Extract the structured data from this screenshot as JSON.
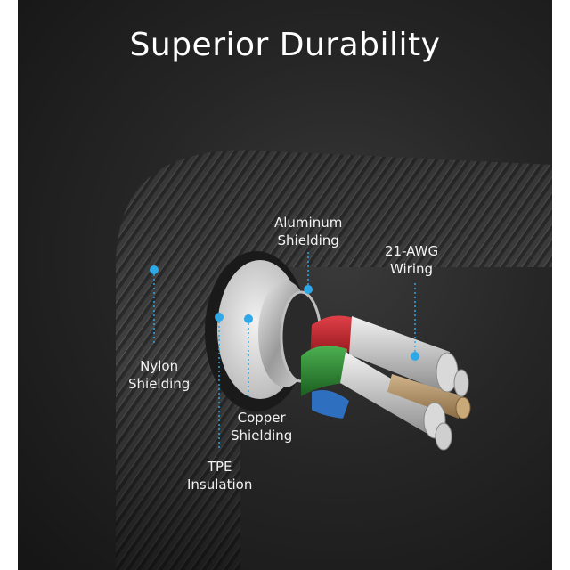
{
  "title": "Superior Durability",
  "labels": {
    "aluminum": [
      "Aluminum",
      "Shielding"
    ],
    "awg": [
      "21-AWG",
      "Wiring"
    ],
    "nylon": [
      "Nylon",
      "Shielding"
    ],
    "copper": [
      "Copper",
      "Shielding"
    ],
    "tpe": [
      "TPE",
      "Insulation"
    ]
  },
  "colors": {
    "accent_dot": "#2ea8e6",
    "wire_red": "#c0262b",
    "wire_green": "#2e8b34",
    "wire_blue": "#2f6fc0"
  }
}
